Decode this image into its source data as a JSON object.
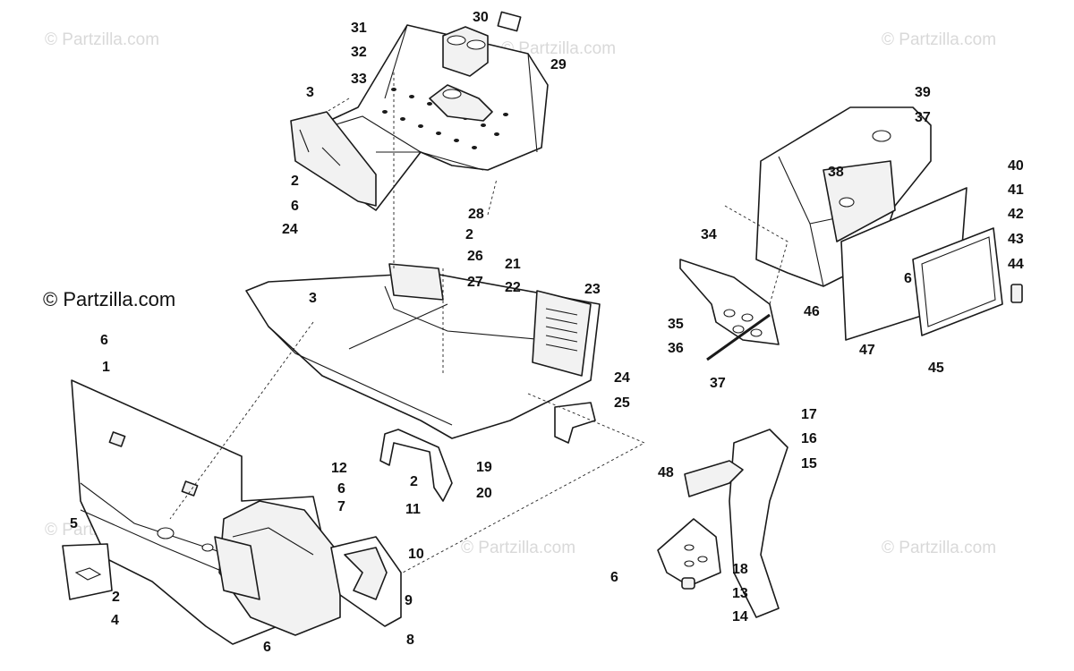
{
  "watermark": {
    "faint": "© Partzilla.com",
    "main": "© Partzilla.com"
  },
  "callouts": [
    "1",
    "2",
    "3",
    "4",
    "5",
    "6",
    "7",
    "8",
    "9",
    "10",
    "11",
    "12",
    "13",
    "14",
    "15",
    "16",
    "17",
    "18",
    "19",
    "20",
    "21",
    "22",
    "23",
    "24",
    "25",
    "26",
    "27",
    "28",
    "29",
    "30",
    "31",
    "32",
    "33",
    "34",
    "35",
    "36",
    "37",
    "38",
    "39",
    "40",
    "41",
    "42",
    "43",
    "44",
    "45",
    "46",
    "47",
    "48"
  ]
}
